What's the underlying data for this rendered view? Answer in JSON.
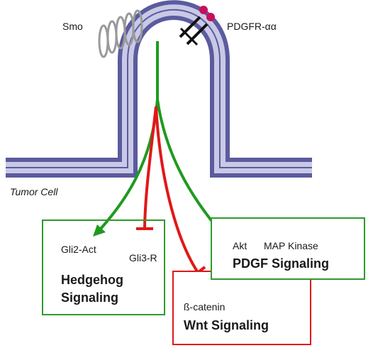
{
  "labels": {
    "smo": "Smo",
    "pdgfr": "PDGFR-αα",
    "tumor_cell": "Tumor Cell"
  },
  "boxes": {
    "hedgehog": {
      "gli2": "Gli2-Act",
      "gli3": "Gli3-R",
      "title_1": "Hedgehog",
      "title_2": "Signaling"
    },
    "pdgf": {
      "akt": "Akt",
      "mapk": "MAP Kinase",
      "title": "PDGF Signaling"
    },
    "wnt": {
      "beta_catenin": "ß-catenin",
      "title": "Wnt Signaling"
    }
  },
  "colors": {
    "membrane": "#5b5b9e",
    "membrane_light": "#c9c9e6",
    "activation": "#1f9a1f",
    "inhibition": "#e01818",
    "ligand": "#c8105a",
    "box_green": "#2f9a2f",
    "box_red": "#e01818"
  }
}
